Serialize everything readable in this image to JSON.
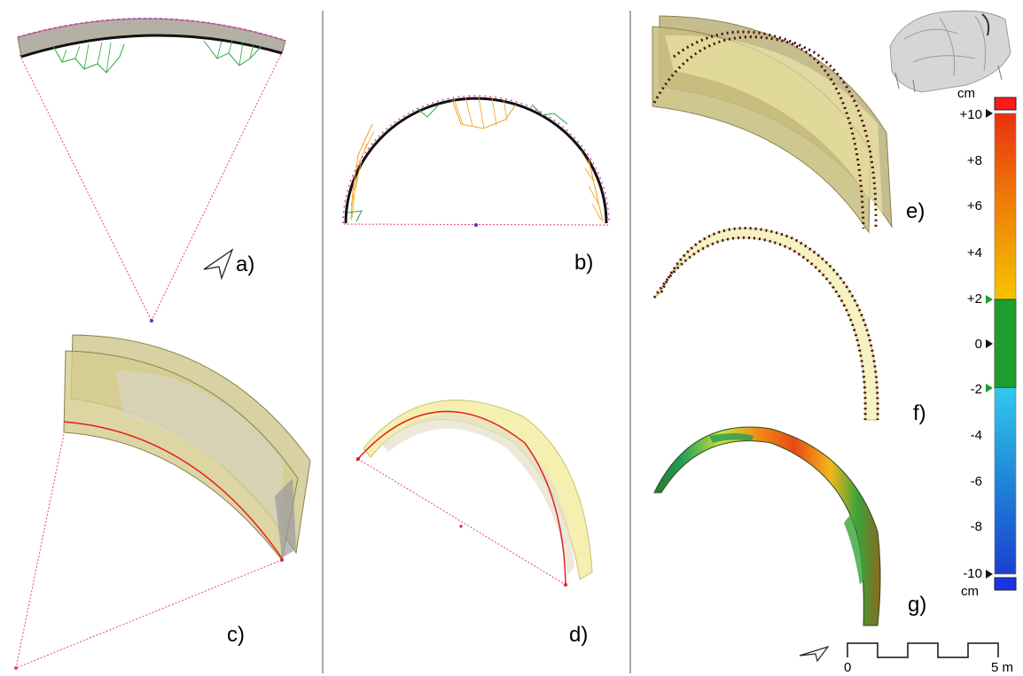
{
  "panels": {
    "a": {
      "label": "a)"
    },
    "b": {
      "label": "b)"
    },
    "c": {
      "label": "c)"
    },
    "d": {
      "label": "d)"
    },
    "e": {
      "label": "e)"
    },
    "f": {
      "label": "f)"
    },
    "g": {
      "label": "g)"
    }
  },
  "colorbar": {
    "unit_top": "cm",
    "unit_bottom": "cm",
    "ticks": [
      "+10",
      "+8",
      "+6",
      "+4",
      "+2",
      "0",
      "-2",
      "-4",
      "-6",
      "-8",
      "-10"
    ],
    "tolerance_range_cm": [
      -2,
      2
    ],
    "colors": {
      "over": "#ff1a1a",
      "under": "#1a33e6",
      "tolerance": "#1e9e2e",
      "warm_top": "#e8300f",
      "warm_bottom": "#f5c400",
      "cool_top": "#33c8ee",
      "cool_bottom": "#1d3fd0"
    }
  },
  "scale_bar": {
    "start_label": "0",
    "end_label": "5 m"
  },
  "icons": [
    "north-arrow-icon",
    "church-model-thumbnail"
  ]
}
